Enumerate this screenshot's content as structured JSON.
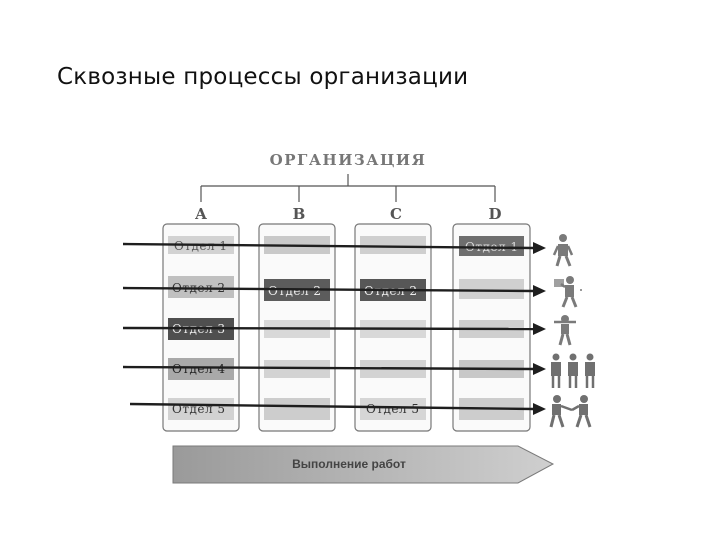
{
  "slide": {
    "title": "Сквозные процессы организации"
  },
  "diagram": {
    "organization_label": "ОРГАНИЗАЦИЯ",
    "columns": [
      "A",
      "B",
      "C",
      "D"
    ],
    "bottom_arrow_label": "Выполнение работ",
    "cells": {
      "a1": "Отдел 1",
      "a2": "Отдел 2",
      "a3": "Отдел 3",
      "a4": "Отдел 4",
      "a5": "Отдел 5",
      "b2": "Отдел 2",
      "c2": "Отдел 2",
      "c5": "Отдел 5",
      "d1": "Отдел 1"
    },
    "icons": [
      "walking-person-icon",
      "person-carrying-box-icon",
      "person-arms-out-icon",
      "group-of-people-icon",
      "people-handshake-icon"
    ]
  }
}
